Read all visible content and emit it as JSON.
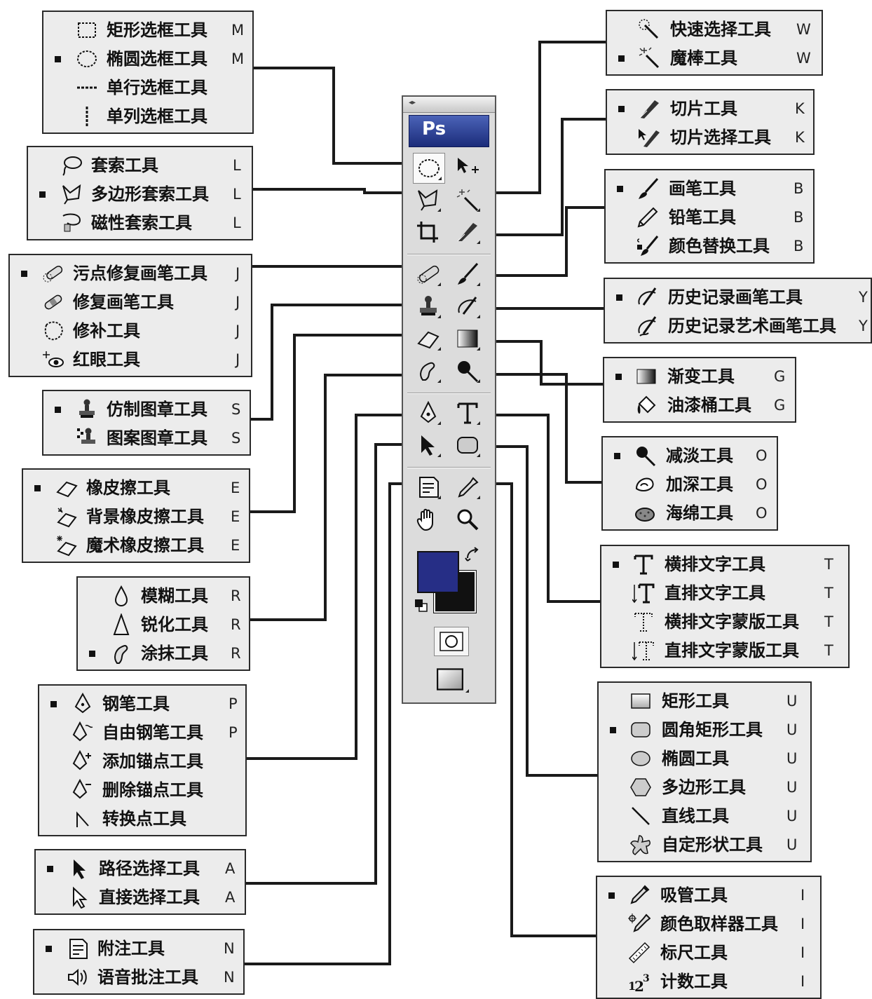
{
  "colors": {
    "panel_bg": "#ececec",
    "panel_border": "#2a2a2a",
    "wire": "#1a1a1a",
    "toolbox_header": "#1b2c7a",
    "foreground_color": "#262e86",
    "background_color": "#111111"
  },
  "toolbox": {
    "app_badge": "Ps",
    "grip": "◂▸"
  },
  "groups": [
    {
      "id": "marquee",
      "items": [
        {
          "label": "矩形选框工具",
          "key": "M",
          "icon": "rect-marquee-icon",
          "selected": false
        },
        {
          "label": "椭圆选框工具",
          "key": "M",
          "icon": "ellipse-marquee-icon",
          "selected": true
        },
        {
          "label": "单行选框工具",
          "key": "",
          "icon": "single-row-marquee-icon",
          "selected": false
        },
        {
          "label": "单列选框工具",
          "key": "",
          "icon": "single-column-marquee-icon",
          "selected": false
        }
      ]
    },
    {
      "id": "lasso",
      "items": [
        {
          "label": "套索工具",
          "key": "L",
          "icon": "lasso-icon",
          "selected": false
        },
        {
          "label": "多边形套索工具",
          "key": "L",
          "icon": "polygon-lasso-icon",
          "selected": true
        },
        {
          "label": "磁性套索工具",
          "key": "L",
          "icon": "magnetic-lasso-icon",
          "selected": false
        }
      ]
    },
    {
      "id": "healing",
      "items": [
        {
          "label": "污点修复画笔工具",
          "key": "J",
          "icon": "spot-healing-icon",
          "selected": true
        },
        {
          "label": "修复画笔工具",
          "key": "J",
          "icon": "healing-brush-icon",
          "selected": false
        },
        {
          "label": "修补工具",
          "key": "J",
          "icon": "patch-icon",
          "selected": false
        },
        {
          "label": "红眼工具",
          "key": "J",
          "icon": "red-eye-icon",
          "selected": false
        }
      ]
    },
    {
      "id": "stamp",
      "items": [
        {
          "label": "仿制图章工具",
          "key": "S",
          "icon": "clone-stamp-icon",
          "selected": true
        },
        {
          "label": "图案图章工具",
          "key": "S",
          "icon": "pattern-stamp-icon",
          "selected": false
        }
      ]
    },
    {
      "id": "eraser",
      "items": [
        {
          "label": "橡皮擦工具",
          "key": "E",
          "icon": "eraser-icon",
          "selected": true
        },
        {
          "label": "背景橡皮擦工具",
          "key": "E",
          "icon": "background-eraser-icon",
          "selected": false
        },
        {
          "label": "魔术橡皮擦工具",
          "key": "E",
          "icon": "magic-eraser-icon",
          "selected": false
        }
      ]
    },
    {
      "id": "blur",
      "items": [
        {
          "label": "模糊工具",
          "key": "R",
          "icon": "blur-icon",
          "selected": false
        },
        {
          "label": "锐化工具",
          "key": "R",
          "icon": "sharpen-icon",
          "selected": false
        },
        {
          "label": "涂抹工具",
          "key": "R",
          "icon": "smudge-icon",
          "selected": true
        }
      ]
    },
    {
      "id": "pen",
      "items": [
        {
          "label": "钢笔工具",
          "key": "P",
          "icon": "pen-icon",
          "selected": true
        },
        {
          "label": "自由钢笔工具",
          "key": "P",
          "icon": "freeform-pen-icon",
          "selected": false
        },
        {
          "label": "添加锚点工具",
          "key": "",
          "icon": "add-anchor-icon",
          "selected": false
        },
        {
          "label": "删除锚点工具",
          "key": "",
          "icon": "delete-anchor-icon",
          "selected": false
        },
        {
          "label": "转换点工具",
          "key": "",
          "icon": "convert-point-icon",
          "selected": false
        }
      ]
    },
    {
      "id": "path-select",
      "items": [
        {
          "label": "路径选择工具",
          "key": "A",
          "icon": "path-selection-icon",
          "selected": true
        },
        {
          "label": "直接选择工具",
          "key": "A",
          "icon": "direct-selection-icon",
          "selected": false
        }
      ]
    },
    {
      "id": "notes",
      "items": [
        {
          "label": "附注工具",
          "key": "N",
          "icon": "notes-icon",
          "selected": true
        },
        {
          "label": "语音批注工具",
          "key": "N",
          "icon": "audio-annotation-icon",
          "selected": false
        }
      ]
    },
    {
      "id": "quick-select",
      "items": [
        {
          "label": "快速选择工具",
          "key": "W",
          "icon": "quick-selection-icon",
          "selected": false
        },
        {
          "label": "魔棒工具",
          "key": "W",
          "icon": "magic-wand-icon",
          "selected": true
        }
      ]
    },
    {
      "id": "slice",
      "items": [
        {
          "label": "切片工具",
          "key": "K",
          "icon": "slice-icon",
          "selected": true
        },
        {
          "label": "切片选择工具",
          "key": "K",
          "icon": "slice-select-icon",
          "selected": false
        }
      ]
    },
    {
      "id": "brush",
      "items": [
        {
          "label": "画笔工具",
          "key": "B",
          "icon": "brush-icon",
          "selected": true
        },
        {
          "label": "铅笔工具",
          "key": "B",
          "icon": "pencil-icon",
          "selected": false
        },
        {
          "label": "颜色替换工具",
          "key": "B",
          "icon": "color-replacement-icon",
          "selected": false
        }
      ]
    },
    {
      "id": "history",
      "items": [
        {
          "label": "历史记录画笔工具",
          "key": "Y",
          "icon": "history-brush-icon",
          "selected": true
        },
        {
          "label": "历史记录艺术画笔工具",
          "key": "Y",
          "icon": "art-history-brush-icon",
          "selected": false
        }
      ]
    },
    {
      "id": "gradient",
      "items": [
        {
          "label": "渐变工具",
          "key": "G",
          "icon": "gradient-icon",
          "selected": true
        },
        {
          "label": "油漆桶工具",
          "key": "G",
          "icon": "paint-bucket-icon",
          "selected": false
        }
      ]
    },
    {
      "id": "dodge",
      "items": [
        {
          "label": "减淡工具",
          "key": "O",
          "icon": "dodge-icon",
          "selected": true
        },
        {
          "label": "加深工具",
          "key": "O",
          "icon": "burn-icon",
          "selected": false
        },
        {
          "label": "海绵工具",
          "key": "O",
          "icon": "sponge-icon",
          "selected": false
        }
      ]
    },
    {
      "id": "type",
      "items": [
        {
          "label": "横排文字工具",
          "key": "T",
          "icon": "horizontal-type-icon",
          "selected": true
        },
        {
          "label": "直排文字工具",
          "key": "T",
          "icon": "vertical-type-icon",
          "selected": false
        },
        {
          "label": "横排文字蒙版工具",
          "key": "T",
          "icon": "horizontal-type-mask-icon",
          "selected": false
        },
        {
          "label": "直排文字蒙版工具",
          "key": "T",
          "icon": "vertical-type-mask-icon",
          "selected": false
        }
      ]
    },
    {
      "id": "shape",
      "items": [
        {
          "label": "矩形工具",
          "key": "U",
          "icon": "rectangle-shape-icon",
          "selected": false
        },
        {
          "label": "圆角矩形工具",
          "key": "U",
          "icon": "rounded-rectangle-icon",
          "selected": true
        },
        {
          "label": "椭圆工具",
          "key": "U",
          "icon": "ellipse-shape-icon",
          "selected": false
        },
        {
          "label": "多边形工具",
          "key": "U",
          "icon": "polygon-shape-icon",
          "selected": false
        },
        {
          "label": "直线工具",
          "key": "U",
          "icon": "line-shape-icon",
          "selected": false
        },
        {
          "label": "自定形状工具",
          "key": "U",
          "icon": "custom-shape-icon",
          "selected": false
        }
      ]
    },
    {
      "id": "eyedropper",
      "items": [
        {
          "label": "吸管工具",
          "key": "I",
          "icon": "eyedropper-icon",
          "selected": true
        },
        {
          "label": "颜色取样器工具",
          "key": "I",
          "icon": "color-sampler-icon",
          "selected": false
        },
        {
          "label": "标尺工具",
          "key": "I",
          "icon": "ruler-icon",
          "selected": false
        },
        {
          "label": "计数工具",
          "key": "I",
          "icon": "count-icon",
          "selected": false
        }
      ]
    }
  ]
}
